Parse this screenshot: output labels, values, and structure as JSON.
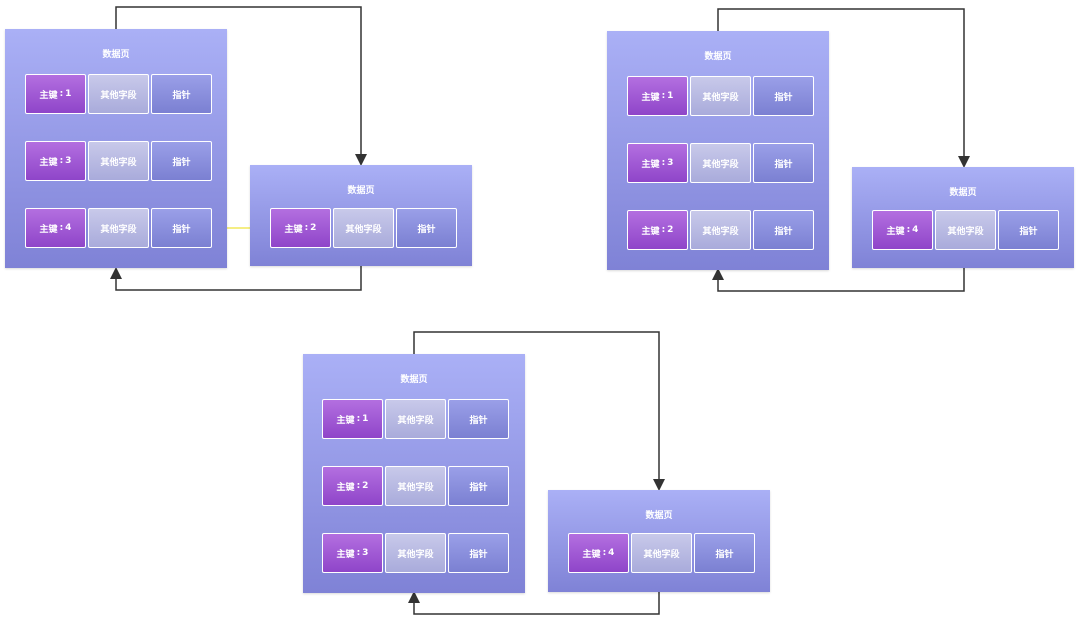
{
  "labels": {
    "page_title": "数据页",
    "key_prefix": "主键",
    "key_sep": ":",
    "other_field": "其他字段",
    "pointer": "指针"
  },
  "pages": [
    {
      "id": "d1-left",
      "keys": [
        "1",
        "3",
        "4"
      ]
    },
    {
      "id": "d1-right",
      "keys": [
        "2"
      ]
    },
    {
      "id": "d2-left",
      "keys": [
        "1",
        "3",
        "2"
      ]
    },
    {
      "id": "d2-right",
      "keys": [
        "4"
      ]
    },
    {
      "id": "d3-left",
      "keys": [
        "1",
        "2",
        "3"
      ]
    },
    {
      "id": "d3-right",
      "keys": [
        "4"
      ]
    }
  ],
  "colors": {
    "line": "#333333",
    "swap_arrow": "#f2e85b",
    "key_cell": "#9b55d3",
    "other_cell": "#b8b9e3",
    "pointer_cell": "#8a8fdd",
    "page_bg_top": "#aab0f6",
    "page_bg_bottom": "#7f82d6"
  }
}
